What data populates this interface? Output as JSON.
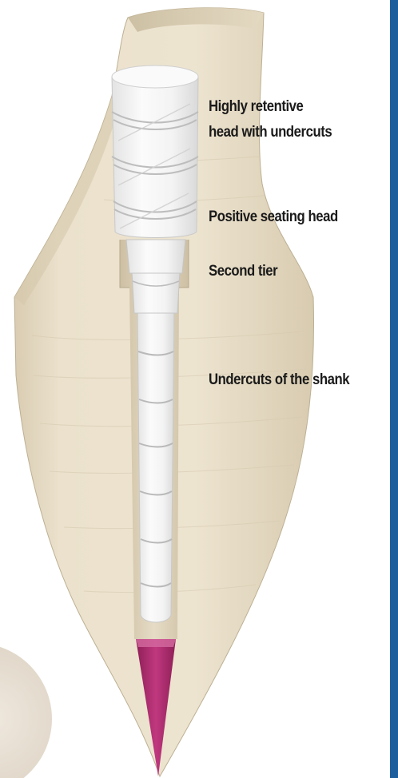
{
  "labels": {
    "head_line1": "Highly retentive",
    "head_line2": "head with undercuts",
    "seating": "Positive seating head",
    "second_tier": "Second tier",
    "shank": "Undercuts of the shank"
  },
  "colors": {
    "tooth_dentin": "#e8ddc6",
    "tooth_enamel": "#eee5d1",
    "post": "#f2f2f2",
    "gutta_percha": "#c0387f",
    "side_bar": "#1f5e9c"
  }
}
